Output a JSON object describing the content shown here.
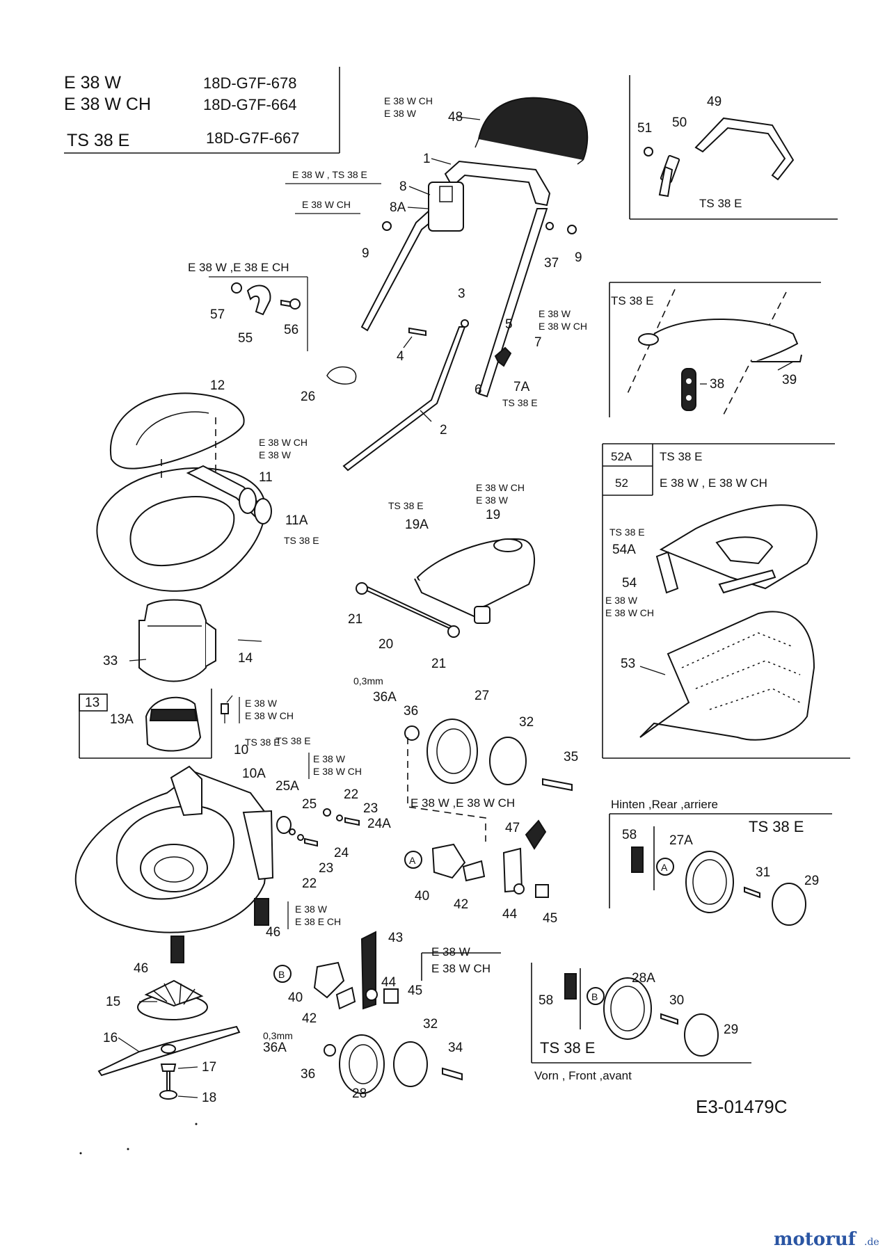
{
  "header": {
    "models": [
      {
        "name": "E 38 W",
        "code": "18D-G7F-678"
      },
      {
        "name": "E 38 W CH",
        "code": "18D-G7F-664"
      },
      {
        "name": "TS 38 E",
        "code": "18D-G7F-667"
      }
    ]
  },
  "drawing_code": "E3-01479C",
  "watermark": {
    "brand": "motoruf",
    "tld": ".de"
  },
  "variants": {
    "handle48": "E 38 W CH",
    "handle48b": "E 38 W",
    "e38w_ts38e": "E 38 W , TS 38 E",
    "e38wch": "E 38 W CH",
    "clamp_group": "E 38 W ,E 38 E CH",
    "ts38e": "TS 38 E",
    "e38w": "E 38 W",
    "e38wch2": "E 38 W CH",
    "e38ech": "E 38 E CH",
    "e38w_e38wch": "E 38 W ,E 38 W CH",
    "e38w_comma_e38wch": "E 38 W , E 38 W CH",
    "v52a": "52A",
    "v52": "52",
    "mm": "0,3mm"
  },
  "captions": {
    "rear": "Hinten ,Rear ,arriere",
    "front": "Vorn , Front ,avant"
  },
  "callouts": {
    "c1": "1",
    "c2": "2",
    "c3": "3",
    "c4": "4",
    "c5": "5",
    "c6": "6",
    "c7": "7",
    "c7a": "7A",
    "c8": "8",
    "c8a": "8A",
    "c9": "9",
    "c10": "10",
    "c10a": "10A",
    "c11": "11",
    "c11a": "11A",
    "c12": "12",
    "c13": "13",
    "c13a": "13A",
    "c14": "14",
    "c15": "15",
    "c16": "16",
    "c17": "17",
    "c18": "18",
    "c19": "19",
    "c19a": "19A",
    "c20": "20",
    "c21": "21",
    "c22": "22",
    "c23": "23",
    "c24": "24",
    "c24a": "24A",
    "c25": "25",
    "c25a": "25A",
    "c26": "26",
    "c27": "27",
    "c27a": "27A",
    "c28": "28",
    "c28a": "28A",
    "c29": "29",
    "c30": "30",
    "c31": "31",
    "c32": "32",
    "c33": "33",
    "c34": "34",
    "c35": "35",
    "c36": "36",
    "c36a": "36A",
    "c37": "37",
    "c38": "38",
    "c39": "39",
    "c40": "40",
    "c42": "42",
    "c43": "43",
    "c44": "44",
    "c45": "45",
    "c46": "46",
    "c47": "47",
    "c48": "48",
    "c49": "49",
    "c50": "50",
    "c51": "51",
    "c53": "53",
    "c54": "54",
    "c54a": "54A",
    "c55": "55",
    "c56": "56",
    "c57": "57",
    "c58": "58",
    "refA": "A",
    "refB": "B"
  }
}
